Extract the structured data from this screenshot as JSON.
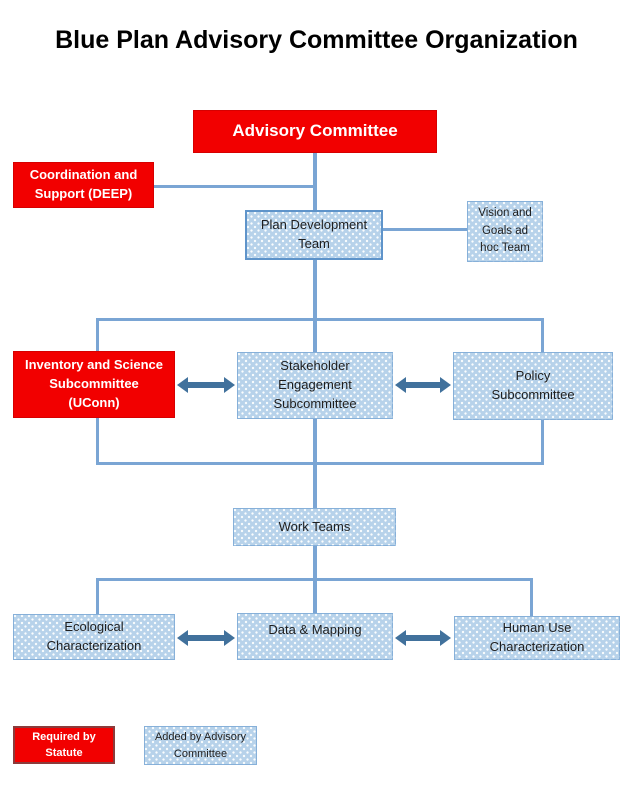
{
  "title": "Blue Plan Advisory Committee Organization",
  "colors": {
    "red_fill": "#f20000",
    "red_border": "#d60000",
    "legend_red_border": "#8c3b3b",
    "blue_fill": "#b7d2ea",
    "blue_border": "#5f94ca",
    "connector_line": "#7aa5d4",
    "double_arrow": "#41719c",
    "text_dark": "#1f1f1f",
    "text_light": "#ffffff"
  },
  "nodes": {
    "advisory": {
      "l1": "Advisory Committee"
    },
    "coordination": {
      "l1": "Coordination and",
      "l2": "Support (DEEP)"
    },
    "plandev": {
      "l1": "Plan Development",
      "l2": "Team"
    },
    "vision": {
      "l1": "Vision and",
      "l2": "Goals ad",
      "l3": "hoc Team"
    },
    "inventory": {
      "l1": "Inventory and Science",
      "l2": "Subcommittee",
      "l3": "(UConn)"
    },
    "stakeholder": {
      "l1": "Stakeholder",
      "l2": "Engagement",
      "l3": "Subcommittee"
    },
    "policy": {
      "l1": "Policy",
      "l2": "Subcommittee"
    },
    "workteams": {
      "l1": "Work Teams"
    },
    "ecological": {
      "l1": "Ecological",
      "l2": "Characterization"
    },
    "datamapping": {
      "l1": "Data & Mapping"
    },
    "humanuse": {
      "l1": "Human Use",
      "l2": "Characterization"
    }
  },
  "legend": {
    "required": {
      "l1": "Required by",
      "l2": "Statute"
    },
    "added": {
      "l1": "Added by Advisory",
      "l2": "Committee"
    }
  }
}
